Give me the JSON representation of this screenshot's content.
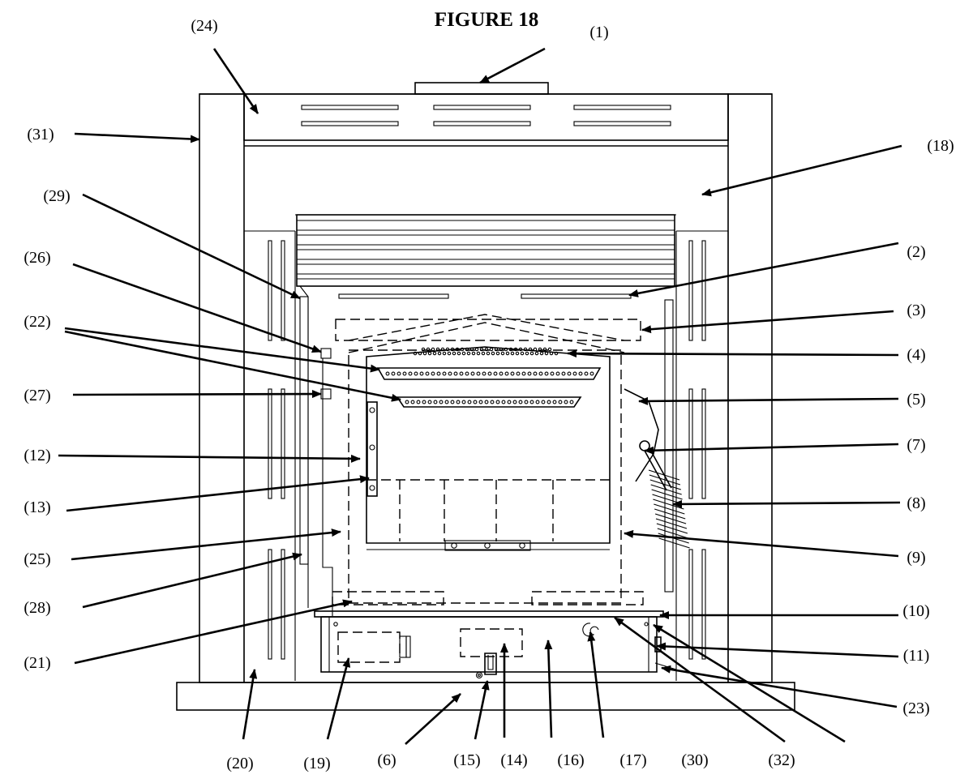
{
  "figure": {
    "title": "FIGURE 18"
  },
  "callouts": [
    {
      "id": "c1",
      "label": "(1)"
    },
    {
      "id": "c2",
      "label": "(2)"
    },
    {
      "id": "c3",
      "label": "(3)"
    },
    {
      "id": "c4",
      "label": "(4)"
    },
    {
      "id": "c5",
      "label": "(5)"
    },
    {
      "id": "c6",
      "label": "(6)"
    },
    {
      "id": "c7",
      "label": "(7)"
    },
    {
      "id": "c8",
      "label": "(8)"
    },
    {
      "id": "c9",
      "label": "(9)"
    },
    {
      "id": "c10",
      "label": "(10)"
    },
    {
      "id": "c11",
      "label": "(11)"
    },
    {
      "id": "c12",
      "label": "(12)"
    },
    {
      "id": "c13",
      "label": "(13)"
    },
    {
      "id": "c14",
      "label": "(14)"
    },
    {
      "id": "c15",
      "label": "(15)"
    },
    {
      "id": "c16",
      "label": "(16)"
    },
    {
      "id": "c17",
      "label": "(17)"
    },
    {
      "id": "c18",
      "label": "(18)"
    },
    {
      "id": "c19",
      "label": "(19)"
    },
    {
      "id": "c20",
      "label": "(20)"
    },
    {
      "id": "c21",
      "label": "(21)"
    },
    {
      "id": "c22",
      "label": "(22)"
    },
    {
      "id": "c23",
      "label": "(23)"
    },
    {
      "id": "c24",
      "label": "(24)"
    },
    {
      "id": "c25",
      "label": "(25)"
    },
    {
      "id": "c26",
      "label": "(26)"
    },
    {
      "id": "c27",
      "label": "(27)"
    },
    {
      "id": "c28",
      "label": "(28)"
    },
    {
      "id": "c29",
      "label": "(29)"
    },
    {
      "id": "c30",
      "label": "(30)"
    },
    {
      "id": "c31",
      "label": "(31)"
    },
    {
      "id": "c32",
      "label": "(32)"
    }
  ],
  "colors": {
    "ink": "#000000",
    "paper": "#ffffff"
  }
}
